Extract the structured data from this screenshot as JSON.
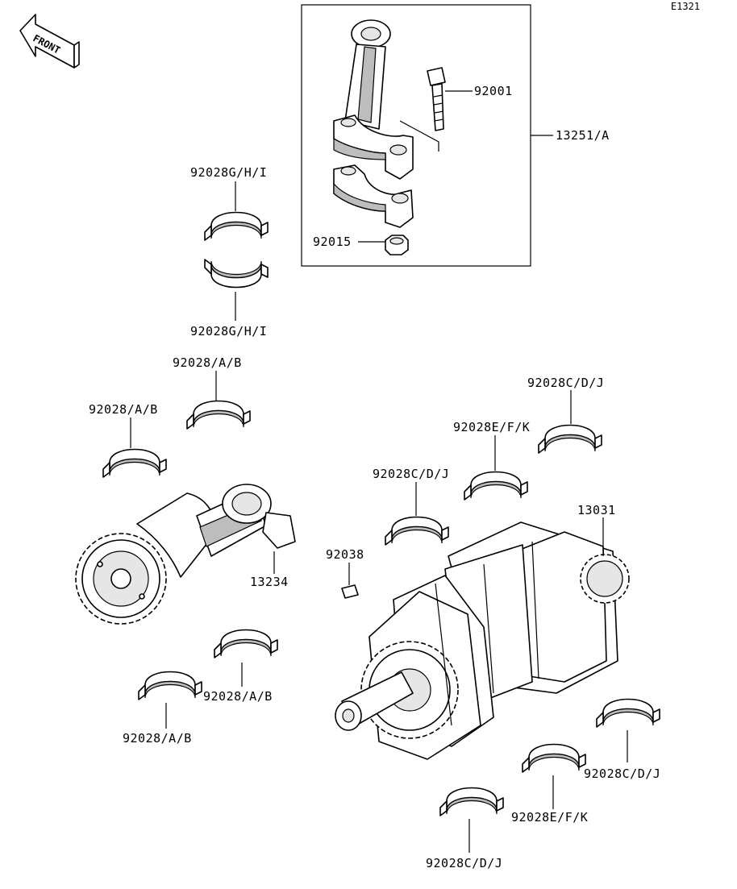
{
  "diagram_code": "E1321",
  "front_label": "FRONT",
  "labels": {
    "p92001": "92001",
    "p13251": "13251/A",
    "p92015": "92015",
    "p92028ghi_top": "92028G/H/I",
    "p92028ghi_bot": "92028G/H/I",
    "p92028ab_1": "92028/A/B",
    "p92028ab_2": "92028/A/B",
    "p92028ab_3": "92028/A/B",
    "p92028ab_4": "92028/A/B",
    "p13234": "13234",
    "p92038": "92038",
    "p92028cdj_1": "92028C/D/J",
    "p92028efk_1": "92028E/F/K",
    "p92028cdj_2": "92028C/D/J",
    "p13031": "13031",
    "p92028cdj_3": "92028C/D/J",
    "p92028efk_2": "92028E/F/K",
    "p92028cdj_4": "92028C/D/J"
  }
}
